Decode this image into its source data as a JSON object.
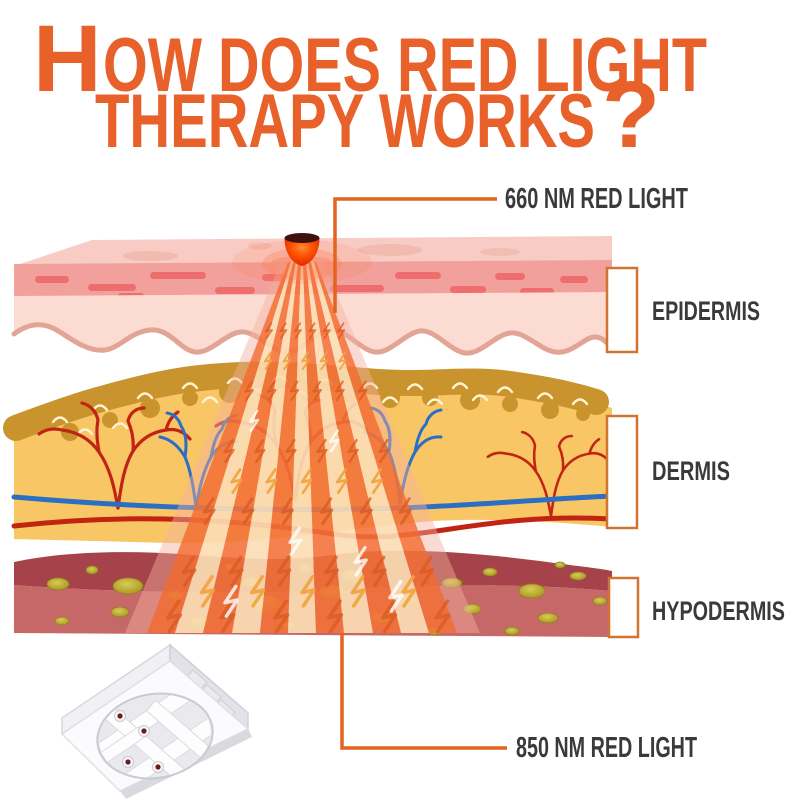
{
  "title": {
    "line1_initial": "H",
    "line1_rest": "OW DOES RED LIGHT",
    "line2": "THERAPY WORKS",
    "question_mark": "?",
    "color": "#E8612A"
  },
  "callouts": {
    "top": {
      "label": "660 NM RED LIGHT"
    },
    "bottom": {
      "label": "850 NM RED LIGHT"
    }
  },
  "layers": [
    {
      "label": "EPIDERMIS",
      "fill": "#F8CCC5"
    },
    {
      "label": "DERMIS",
      "fill": "#F9C666"
    },
    {
      "label": "HYPODERMIS",
      "fill": "#C76868"
    }
  ],
  "colors": {
    "connector_line": "#E2641E",
    "bracket_border": "#D2732F",
    "label_text": "#3A3A3C",
    "beam_orange": "#F26A2E",
    "beam_cream": "#FBE0B6",
    "epidermis_band": "#F1A09B",
    "dermis_mustard": "#C9942E",
    "hypodermis_top": "#A6434A",
    "vessel_red": "#C22414",
    "vessel_blue": "#2B6FC4",
    "fat_cell": "#B3A02B",
    "led_red": "#E02000"
  },
  "icons": {
    "led_bulb": "red-led-bulb-icon",
    "led_chip": "smd-led-chip-icon"
  }
}
